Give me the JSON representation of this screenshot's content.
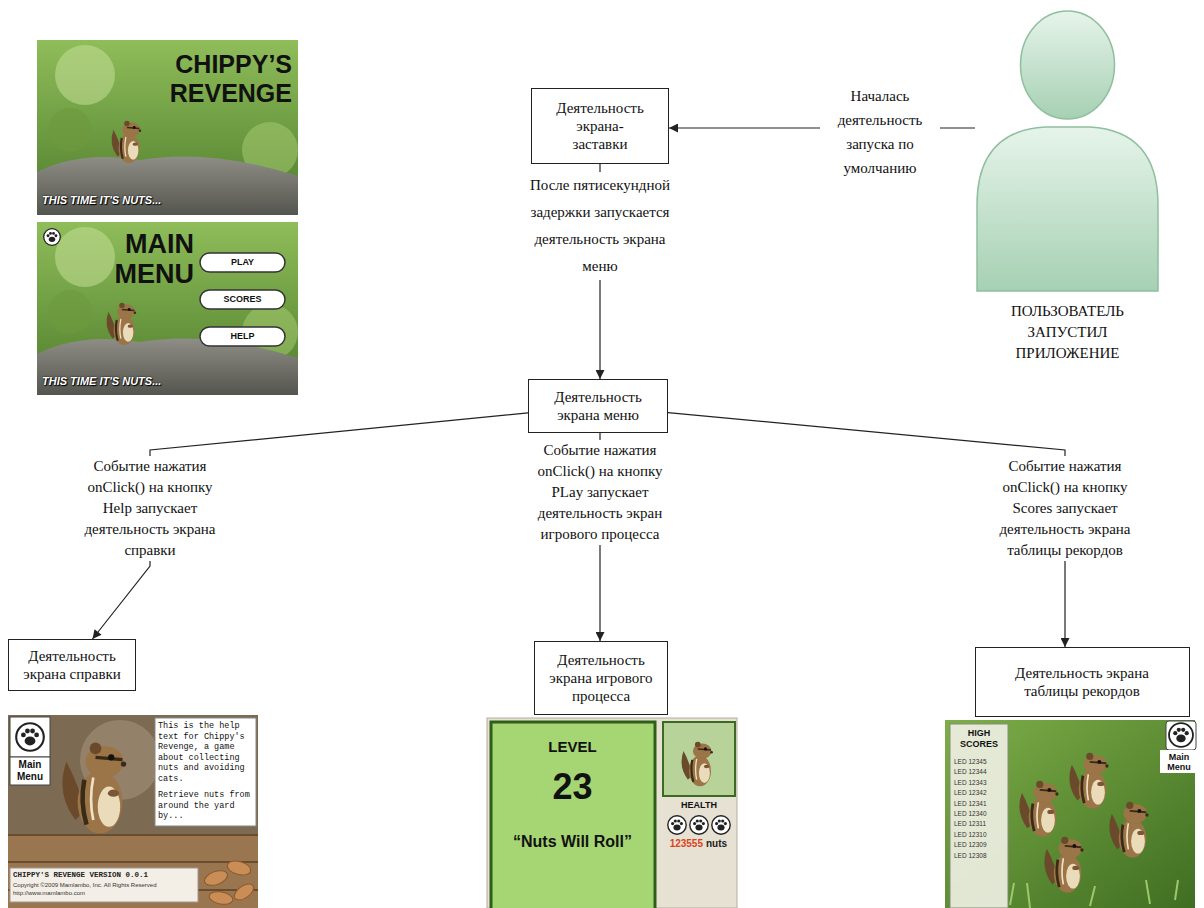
{
  "diagram": {
    "nodes": [
      {
        "text": [
          "Деятельность экрана- заставки"
        ]
      },
      {
        "text": [
          "ПОЛЬЗОВАТЕЛЬ ЗАПУСТИЛ ПРИЛОЖЕНИЕ"
        ]
      },
      {
        "text": [
          "Деятельность экрана меню"
        ]
      },
      {
        "text": [
          "Деятельность экрана справки"
        ]
      },
      {
        "text": [
          "Деятельность экрана игрового процесса"
        ]
      },
      {
        "text": [
          "Деятельность экрана таблицы рекордов"
        ]
      }
    ],
    "edges": [
      {
        "from": 1,
        "to": 0,
        "arrow": "to",
        "label": "Началась деятельность запуска по умолчанию"
      },
      {
        "from": 0,
        "to": 2,
        "arrow": "to",
        "label": "После пятисекундной задержки запускается деятельность экрана меню"
      },
      {
        "from": 2,
        "to": 3,
        "arrow": "to",
        "label": "Событие нажатия onClick() на кнопку Help запускает деятельность экрана справки"
      },
      {
        "from": 2,
        "to": 4,
        "arrow": "to",
        "label": "Событие нажатия onClick() на кнопку PLay запускает деятельность экран игрового процесса"
      },
      {
        "from": 2,
        "to": 5,
        "arrow": "to",
        "label": "Событие нажатия onClick() на кнопку Scores запускает деятельность экрана таблицы рекордов"
      }
    ],
    "labels": [
      "CHIPPY’S REVENGE",
      "THIS TIME IT'S NUTS...",
      "MAIN MENU",
      "PLAY",
      "SCORES",
      "HELP",
      "THIS TIME IT'S NUTS...",
      "Main Menu",
      "This is the help text for Chippy's Revenge, a game about collecting nuts and avoiding cats.",
      "Retrieve nuts from around the yard by...",
      "CHIPPY'S REVENGE VERSION 0.0.1",
      "Copyright ©2009 Mamlambo, Inc. All Rights Reserved",
      "http://www.mamlambo.com",
      "LEVEL",
      "23",
      "“Nuts Will Roll”",
      "HEALTH",
      "123555",
      "nuts",
      "HIGH SCORES",
      "LED 12345",
      "LED 12344",
      "LED 12343",
      "LED 12342",
      "LED 12341",
      "LED 12340",
      "LED 12311",
      "LED 12310",
      "LED 12309",
      "LED 12308",
      "Main Menu"
    ]
  }
}
